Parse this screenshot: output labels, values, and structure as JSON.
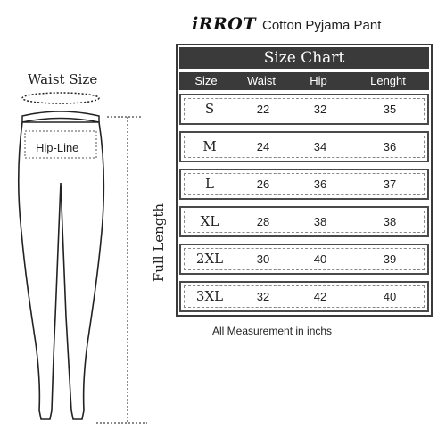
{
  "title": {
    "brand": "iRROT",
    "product": "Cotton Pyjama Pant"
  },
  "diagram": {
    "waist_label": "Waist Size",
    "hip_label": "Hip-Line",
    "length_label": "Full Length"
  },
  "table": {
    "heading": "Size Chart",
    "columns": [
      "Size",
      "Waist",
      "Hip",
      "Lenght"
    ],
    "rows": [
      [
        "S",
        "22",
        "32",
        "35"
      ],
      [
        "M",
        "24",
        "34",
        "36"
      ],
      [
        "L",
        "26",
        "36",
        "37"
      ],
      [
        "XL",
        "28",
        "38",
        "38"
      ],
      [
        "2XL",
        "30",
        "40",
        "39"
      ],
      [
        "3XL",
        "32",
        "42",
        "40"
      ]
    ]
  },
  "note": "All Measurement in inchs",
  "colors": {
    "header_bg": "#3a3a3a",
    "header_text": "#ffffff",
    "border": "#4a4a4a"
  }
}
